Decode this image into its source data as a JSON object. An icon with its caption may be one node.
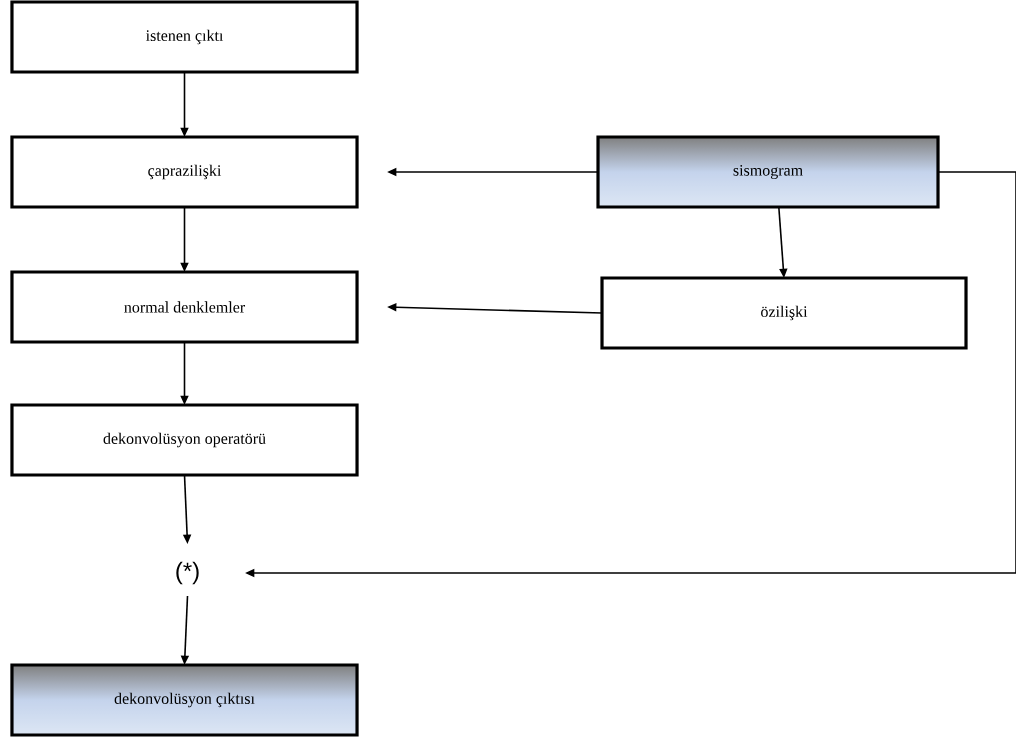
{
  "diagram": {
    "nodes": [
      {
        "text": [
          "istenen çıktı"
        ]
      },
      {
        "text": [
          "çaprazilişki"
        ]
      },
      {
        "text": [
          "sismogram"
        ]
      },
      {
        "text": [
          "normal denklemler"
        ]
      },
      {
        "text": [
          "özilişki"
        ]
      },
      {
        "text": [
          "dekonvolüsyon operatörü"
        ]
      },
      {
        "text": [
          "(*)"
        ]
      },
      {
        "text": [
          "dekonvolüsyon çıktısı"
        ]
      }
    ],
    "edges": [
      {
        "from": 0,
        "to": 1,
        "arrow": "to"
      },
      {
        "from": 2,
        "to": 1,
        "arrow": "to"
      },
      {
        "from": 1,
        "to": 3,
        "arrow": "to"
      },
      {
        "from": 2,
        "to": 4,
        "arrow": "to"
      },
      {
        "from": 4,
        "to": 3,
        "arrow": "to"
      },
      {
        "from": 3,
        "to": 5,
        "arrow": "to"
      },
      {
        "from": 5,
        "to": 6,
        "arrow": "to"
      },
      {
        "from": 2,
        "to": 6,
        "arrow": "to"
      },
      {
        "from": 6,
        "to": 7,
        "arrow": "to"
      }
    ]
  }
}
